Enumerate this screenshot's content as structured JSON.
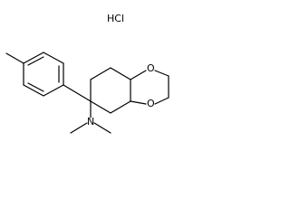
{
  "molecule": {
    "salt_label": "HCl",
    "dioxolane_oxygen_top": "O",
    "dioxolane_oxygen_bottom": "O",
    "amine_nitrogen": "N",
    "colors": {
      "bond": "#000000",
      "label": "#000000",
      "background": "#ffffff"
    }
  }
}
